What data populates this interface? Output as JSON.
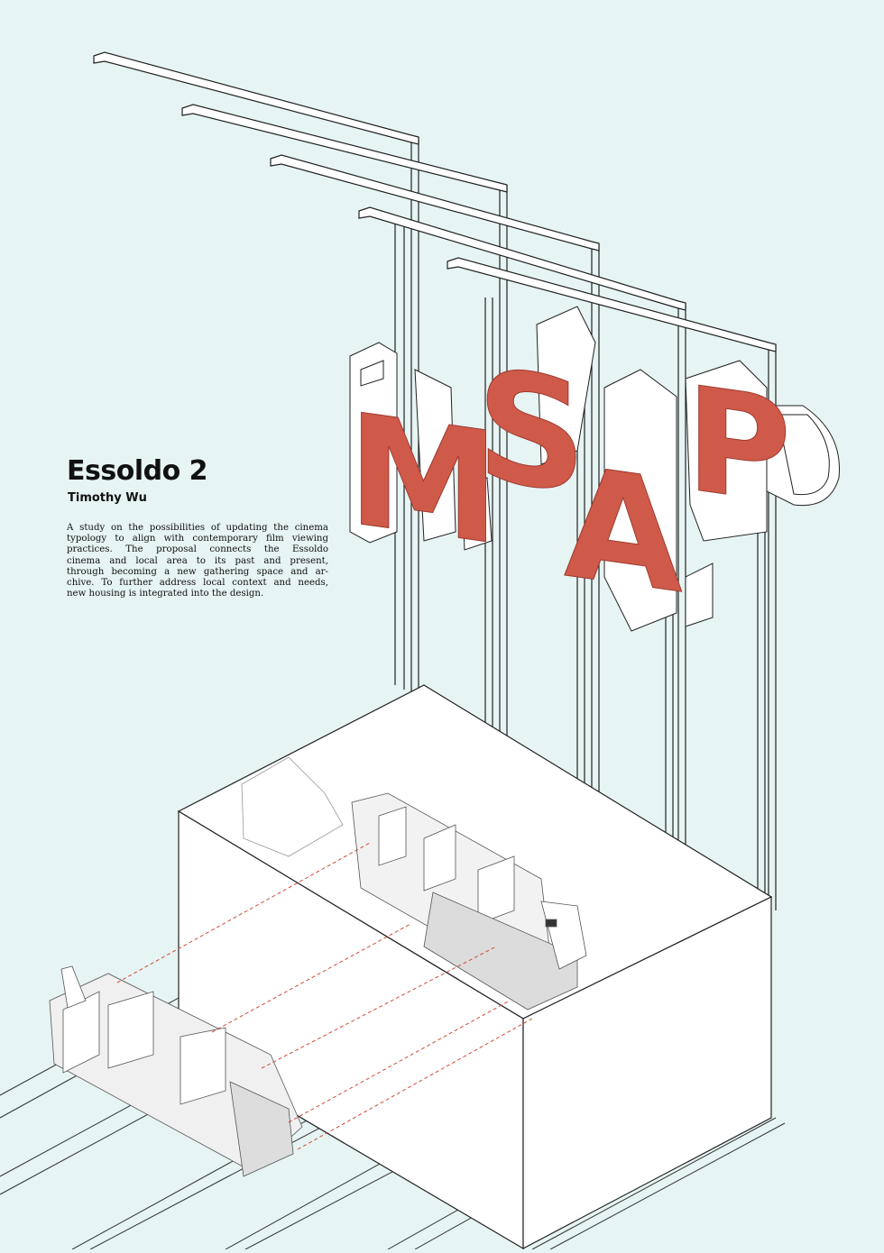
{
  "poster": {
    "title": "Essoldo 2",
    "author": "Timothy Wu",
    "description_lines": [
      "A study on the possibilities of updating the cinema",
      "typology to align with contemporary film viewing",
      "practices. The proposal connects the Essoldo",
      "cinema and local area to its past and present,",
      "through becoming a new gathering space and ar-",
      "chive. To further address local context and needs,",
      "new housing is integrated into the design."
    ],
    "sign_letters": [
      "M",
      "S",
      "A",
      "P"
    ],
    "colors": {
      "background": "#e6f4f3",
      "accent_red": "#cf5a4a",
      "accent_red_dark": "#9e3a2e",
      "line": "#222222",
      "dashed_projection": "#d04a3a"
    }
  }
}
